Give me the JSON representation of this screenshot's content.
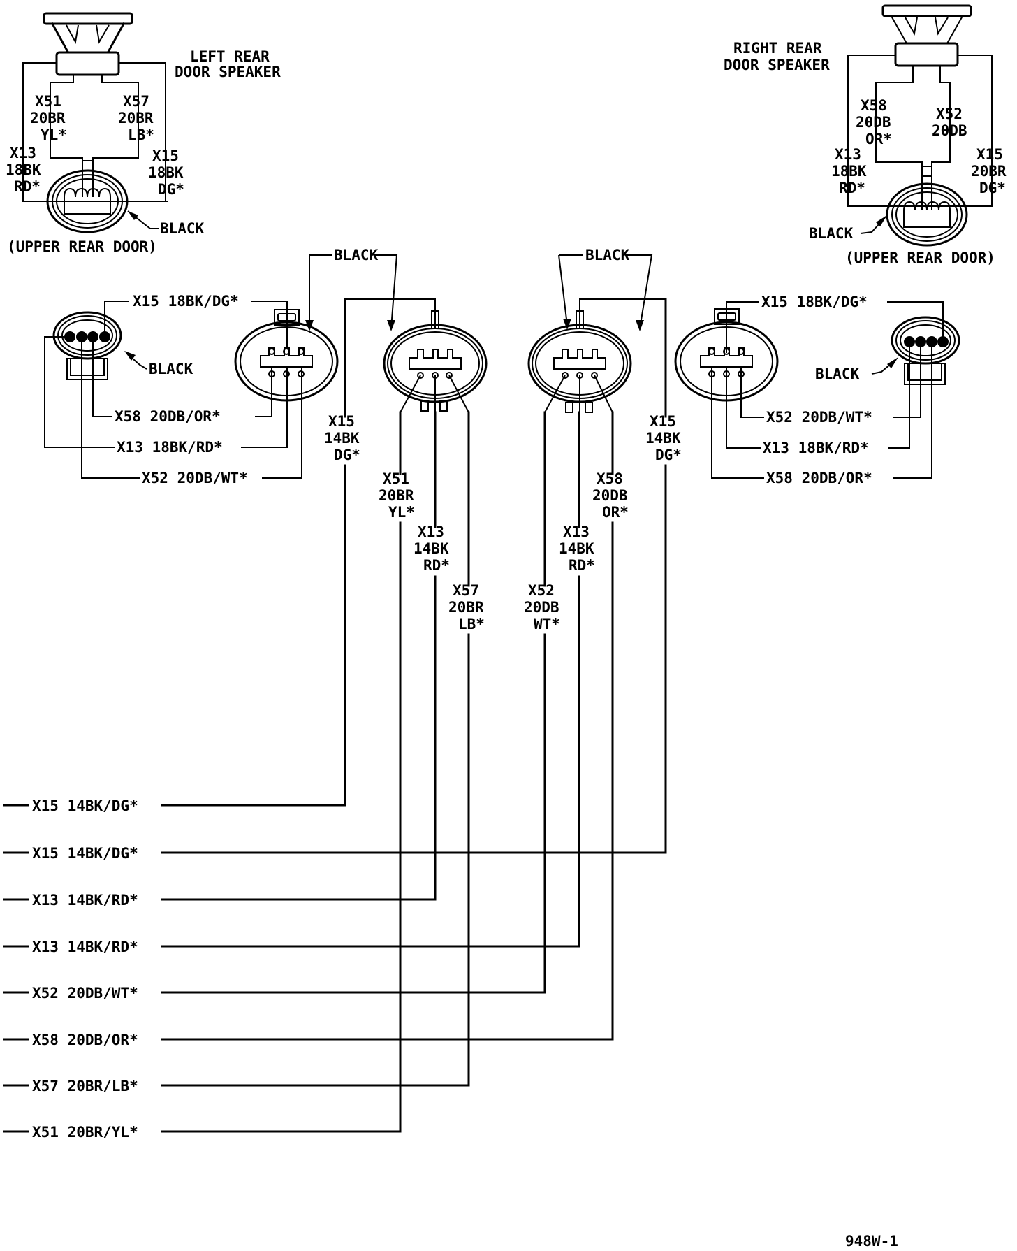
{
  "speakers": {
    "left": {
      "title_line1": "LEFT REAR",
      "title_line2": "DOOR SPEAKER",
      "location": "(UPPER REAR DOOR)",
      "connector_color": "BLACK",
      "wires": [
        {
          "circuit": "X51",
          "gauge_color": "20BR",
          "tracer": "YL*"
        },
        {
          "circuit": "X57",
          "gauge_color": "20BR",
          "tracer": "LB*"
        },
        {
          "circuit": "X13",
          "gauge_color": "18BK",
          "tracer": "RD*"
        },
        {
          "circuit": "X15",
          "gauge_color": "18BK",
          "tracer": "DG*"
        }
      ]
    },
    "right": {
      "title_line1": "RIGHT REAR",
      "title_line2": "DOOR SPEAKER",
      "location": "(UPPER REAR DOOR)",
      "connector_color": "BLACK",
      "wires": [
        {
          "circuit": "X58",
          "gauge_color": "20DB",
          "tracer": "OR*"
        },
        {
          "circuit": "X52",
          "gauge_color": "20DB",
          "tracer": ""
        },
        {
          "circuit": "X13",
          "gauge_color": "18BK",
          "tracer": "RD*"
        },
        {
          "circuit": "X15",
          "gauge_color": "20BR",
          "tracer": "DG*"
        }
      ]
    }
  },
  "inline_connectors": {
    "left_group_label": "BLACK",
    "right_group_label": "BLACK",
    "left_4pin_label": "BLACK",
    "right_4pin_label": "BLACK",
    "left_side_wires": [
      "X15 18BK/DG*",
      "X58 20DB/OR*",
      "X13 18BK/RD*",
      "X52 20DB/WT*"
    ],
    "right_side_wires": [
      "X15 18BK/DG*",
      "X52 20DB/WT*",
      "X13 18BK/RD*",
      "X58 20DB/OR*"
    ]
  },
  "harness_wires": [
    {
      "circuit": "X15",
      "gauge_color": "14BK",
      "tracer": "DG*"
    },
    {
      "circuit": "X51",
      "gauge_color": "20BR",
      "tracer": "YL*"
    },
    {
      "circuit": "X13",
      "gauge_color": "14BK",
      "tracer": "RD*"
    },
    {
      "circuit": "X57",
      "gauge_color": "20BR",
      "tracer": "LB*"
    },
    {
      "circuit": "X52",
      "gauge_color": "20DB",
      "tracer": "WT*"
    },
    {
      "circuit": "X13",
      "gauge_color": "14BK",
      "tracer": "RD*"
    },
    {
      "circuit": "X58",
      "gauge_color": "20DB",
      "tracer": "OR*"
    },
    {
      "circuit": "X15",
      "gauge_color": "14BK",
      "tracer": "DG*"
    }
  ],
  "bus_lines": [
    "X15 14BK/DG*",
    "X15 14BK/DG*",
    "X13 14BK/RD*",
    "X13 14BK/RD*",
    "X52 20DB/WT*",
    "X58 20DB/OR*",
    "X57 20BR/LB*",
    "X51 20BR/YL*"
  ],
  "figure_id": "948W-1"
}
